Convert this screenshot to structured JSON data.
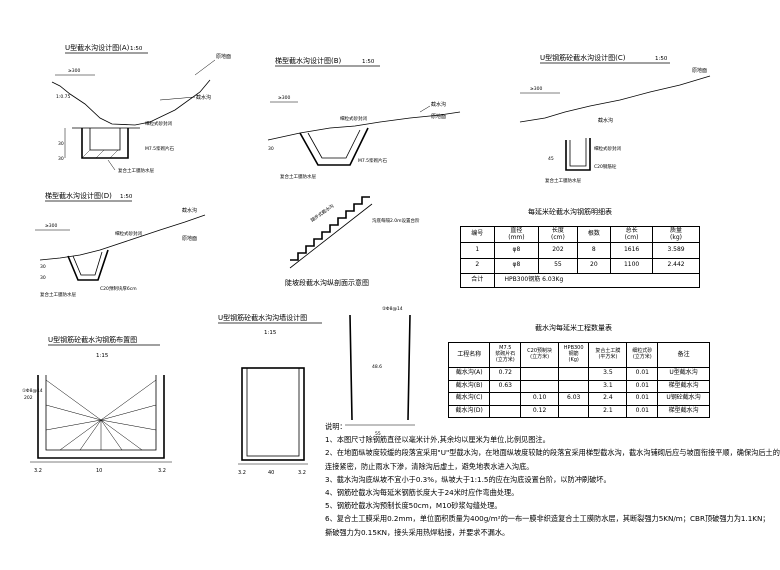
{
  "views": {
    "a": {
      "title": "U型截水沟设计图(A)",
      "scale": "1:50",
      "labels": [
        "原地面",
        "截水沟",
        "细粒式砂封闭",
        "M7.5浆砌片石",
        "复合土工膜防水层"
      ],
      "dims": [
        "≥300",
        "1:0.75",
        "30",
        "30"
      ]
    },
    "b": {
      "title": "梯型截水沟设计图(B)",
      "scale": "1:50",
      "labels": [
        "截水沟",
        "原地面",
        "细粒式砂封闭",
        "M7.5浆砌片石",
        "复合土工膜防水层"
      ],
      "dims": [
        "≥300",
        "30"
      ]
    },
    "c": {
      "title": "U型钢筋砼截水沟设计图(C)",
      "scale": "1:50",
      "labels": [
        "原地面",
        "截水沟",
        "细粒式砂封闭",
        "C20钢筋砼",
        "复合土工膜防水层"
      ],
      "dims": [
        "≥300",
        "45"
      ]
    },
    "d": {
      "title": "梯型截水沟设计图(D)",
      "scale": "1:50",
      "labels": [
        "截水沟",
        "原地面",
        "细粒式砂封闭",
        "复合土工膜防水层",
        "C20预制块厚6cm"
      ],
      "dims": [
        "≥300",
        "30",
        "30"
      ]
    },
    "stair": {
      "title": "陡坡段截水沟纵剖面示意图",
      "labels": [
        "踏步式截水沟",
        "沟底每隔2.0m设置台阶"
      ]
    },
    "rebar_layout": {
      "title": "U型钢筋砼截水沟钢筋布置图",
      "scale": "1:15",
      "labels": [
        "①Φ8@14",
        "202",
        "3.2",
        "10",
        "3.2"
      ]
    },
    "pipe": {
      "title": "U型钢筋砼截水沟沟墙设计图",
      "scale": "1:15",
      "labels": [
        "3.2",
        "3.2",
        "40"
      ]
    },
    "rebar_shape": {
      "labels": [
        "②Φ8@14",
        "48.6",
        "55"
      ]
    }
  },
  "rebar_table": {
    "title": "每延米砼截水沟钢筋明细表",
    "headers": [
      "编号",
      "直径\n(mm)",
      "长度\n(cm)",
      "根数",
      "总长\n(cm)",
      "质量\n(kg)"
    ],
    "rows": [
      [
        "1",
        "φ8",
        "202",
        "8",
        "1616",
        "3.589"
      ],
      [
        "2",
        "φ8",
        "55",
        "20",
        "1100",
        "2.442"
      ]
    ],
    "total_label": "合计",
    "total_value": "HPB300钢筋 6.03Kg"
  },
  "quantity_table": {
    "title": "截水沟每延米工程数量表",
    "headers": [
      "工程名称",
      "M7.5\n浆砌片石\n(立方米)",
      "C20预制块\n(立方米)",
      "HPB300\n钢筋\n(Kg)",
      "复合土工膜\n(平方米)",
      "细粒式砂\n(立方米)",
      "备注"
    ],
    "rows": [
      [
        "截水沟(A)",
        "0.72",
        "",
        "",
        "3.5",
        "0.01",
        "U型截水沟"
      ],
      [
        "截水沟(B)",
        "0.63",
        "",
        "",
        "3.1",
        "0.01",
        "梯型截水沟"
      ],
      [
        "截水沟(C)",
        "",
        "0.10",
        "6.03",
        "2.4",
        "0.01",
        "U钢砼截水沟"
      ],
      [
        "截水沟(D)",
        "",
        "0.12",
        "",
        "2.1",
        "0.01",
        "梯型截水沟"
      ]
    ]
  },
  "notes": {
    "title": "说明：",
    "items": [
      "1、本图尺寸除钢筋直径以毫米计外,其余均以厘米为单位,比例见图注。",
      "2、在地面纵坡度较缓的段落宜采用\"U\"型截水沟，在地面纵坡度较陡的段落宜采用梯型截水沟，截水沟铺砌后应与坡面衔接平顺，确保沟后土的",
      "   连接紧密，防止雨水下渗，清除沟后虚土，避免地表水进入沟底。",
      "3、截水沟沟底纵坡不宜小于0.3%，纵坡大于1:1.5的应在沟底设置台阶，以防冲刷破坏。",
      "4、钢筋砼截水沟每延米钢筋长度大于24米时应作弯曲处理。",
      "5、钢筋砼截水沟预制长度50cm，M10砂浆勾缝处理。",
      "6、复合土工膜采用0.2mm，单位面积质量为400g/m²的一布一膜非织造复合土工膜防水层，其断裂强力5KN/m；CBR顶破强力为1.1KN；",
      "   撕破强力为0.15KN，接头采用热焊粘接，并要求不漏水。"
    ]
  }
}
